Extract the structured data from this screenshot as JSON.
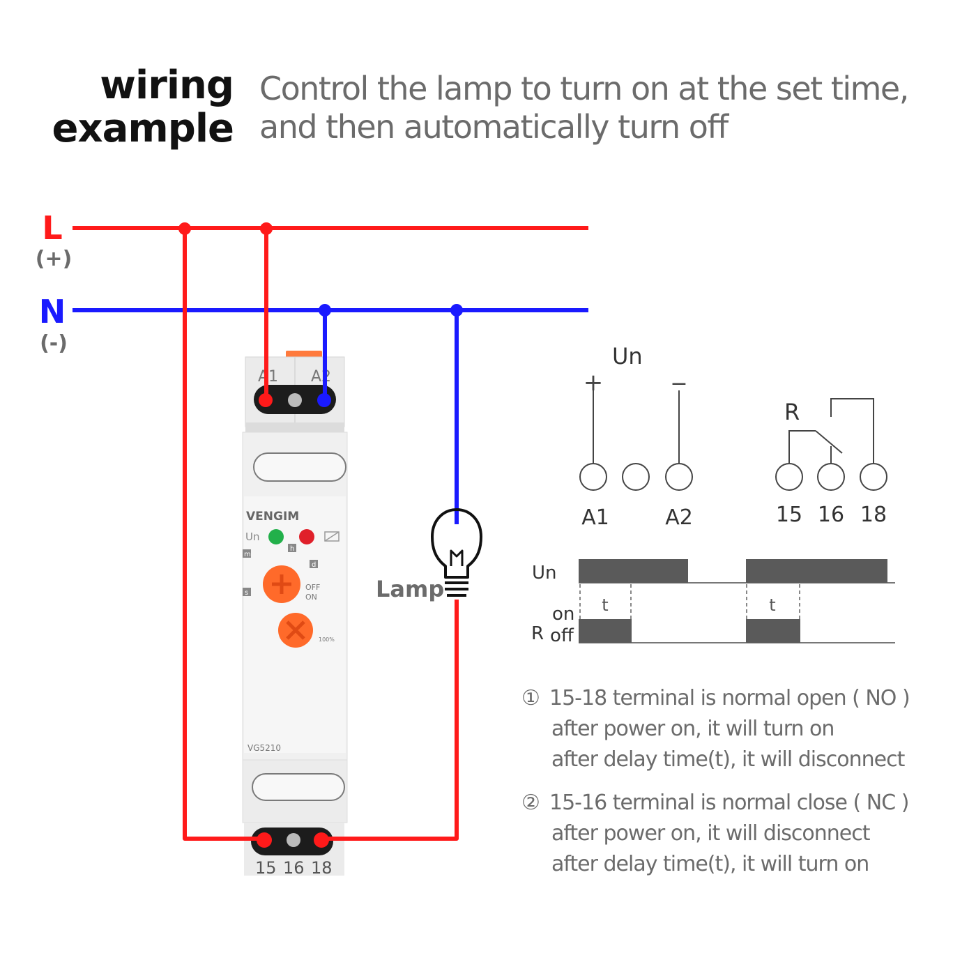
{
  "header": {
    "title_line1": "wiring",
    "title_line2": "example",
    "subtitle_line1": "Control the lamp to turn on at the set time,",
    "subtitle_line2": "and then automatically turn off"
  },
  "supply": {
    "live_label": "L",
    "live_polarity": "(+)",
    "neutral_label": "N",
    "neutral_polarity": "(-)"
  },
  "device": {
    "brand": "VENGIM",
    "model": "VG5210",
    "un_label": "Un",
    "top_terminals": [
      "A1",
      "A2"
    ],
    "bottom_terminals": [
      "15",
      "16",
      "18"
    ],
    "time_range_marks": [
      "m",
      "h",
      "d",
      "s"
    ],
    "time_dial_labels": [
      "OFF",
      "ON"
    ],
    "percent_dial_label": "100%"
  },
  "lamp": {
    "label": "Lamp"
  },
  "schematic": {
    "un_label": "Un",
    "plus_sign": "+",
    "minus_sign": "−",
    "coil_terminals": [
      "A1",
      "A2"
    ],
    "relay_label": "R",
    "relay_terminals": [
      "15",
      "16",
      "18"
    ]
  },
  "timing": {
    "un_label": "Un",
    "on_label": "on",
    "r_label": "R",
    "off_label": "off",
    "delay_label": "t"
  },
  "notes": [
    {
      "number": "①",
      "lines": [
        "15-18 terminal is normal open ( NO )",
        "after power on, it will turn on",
        "after delay time(t), it will disconnect"
      ]
    },
    {
      "number": "②",
      "lines": [
        "15-16 terminal is normal close ( NC )",
        "after power on, it will disconnect",
        "after delay time(t), it will turn on"
      ]
    }
  ],
  "colors": {
    "live_wire": "#ff1a1a",
    "neutral_wire": "#1a1aff",
    "timing_bar": "#5a5a5a",
    "knob": "#ff6a2a"
  }
}
